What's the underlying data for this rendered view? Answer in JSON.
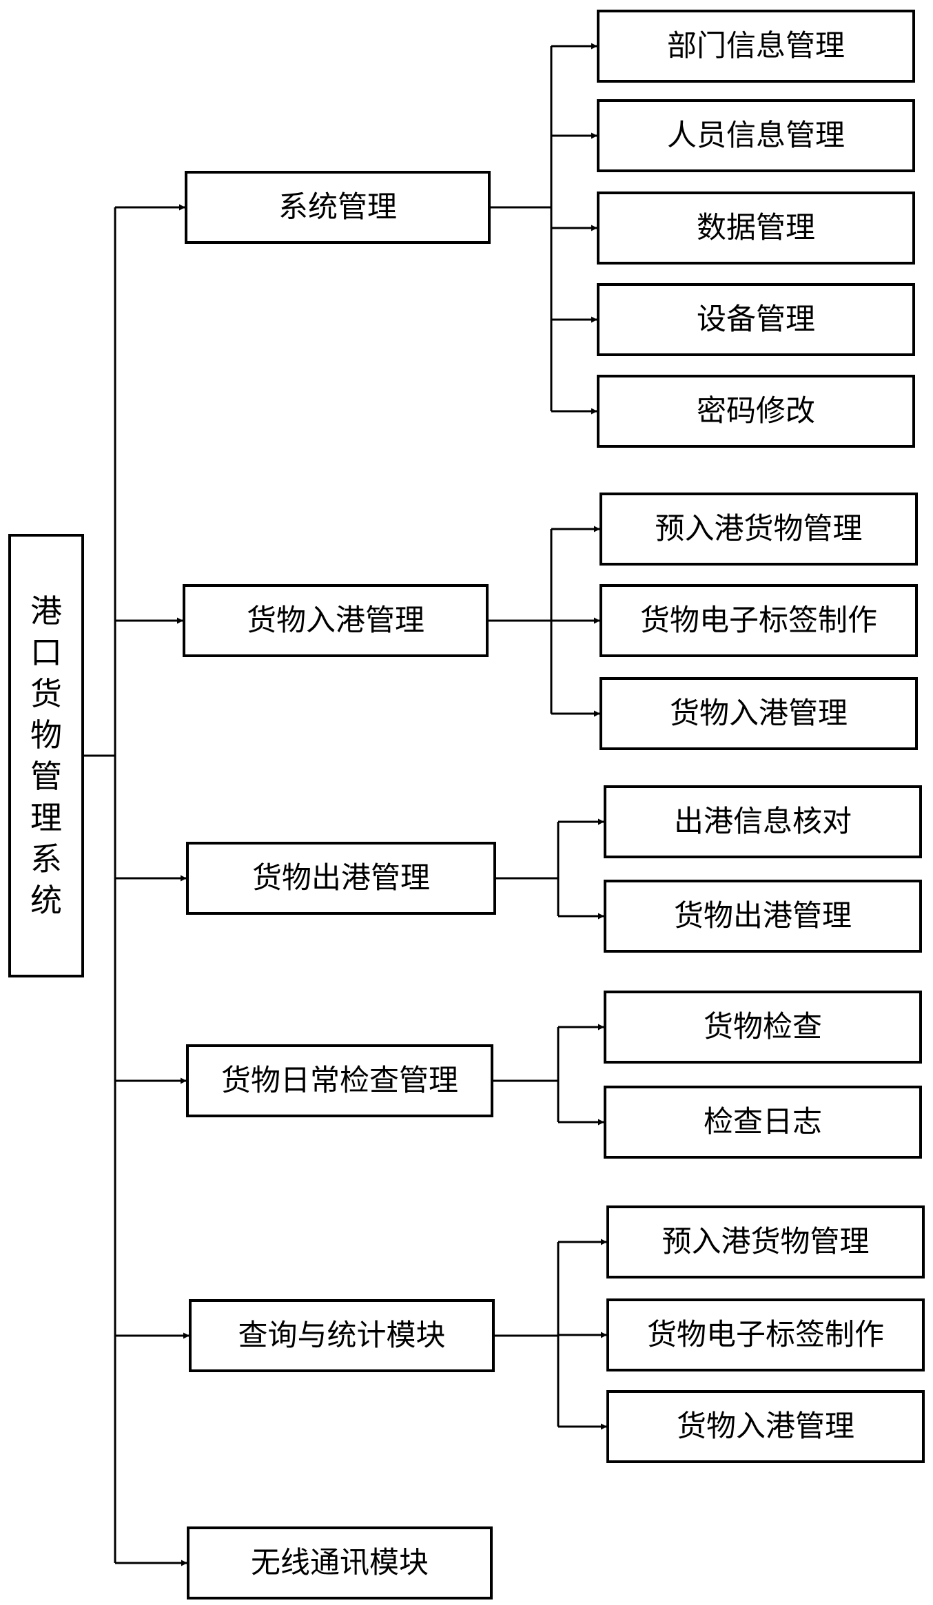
{
  "diagram": {
    "root": {
      "label": "港口货物管理系统"
    },
    "modules": [
      {
        "label": "系统管理",
        "children": [
          "部门信息管理",
          "人员信息管理",
          "数据管理",
          "设备管理",
          "密码修改"
        ]
      },
      {
        "label": "货物入港管理",
        "children": [
          "预入港货物管理",
          "货物电子标签制作",
          "货物入港管理"
        ]
      },
      {
        "label": "货物出港管理",
        "children": [
          "出港信息核对",
          "货物出港管理"
        ]
      },
      {
        "label": "货物日常检查管理",
        "children": [
          "货物检查",
          "检查日志"
        ]
      },
      {
        "label": "查询与统计模块",
        "children": [
          "预入港货物管理",
          "货物电子标签制作",
          "货物入港管理"
        ]
      },
      {
        "label": "无线通讯模块",
        "children": []
      }
    ]
  }
}
